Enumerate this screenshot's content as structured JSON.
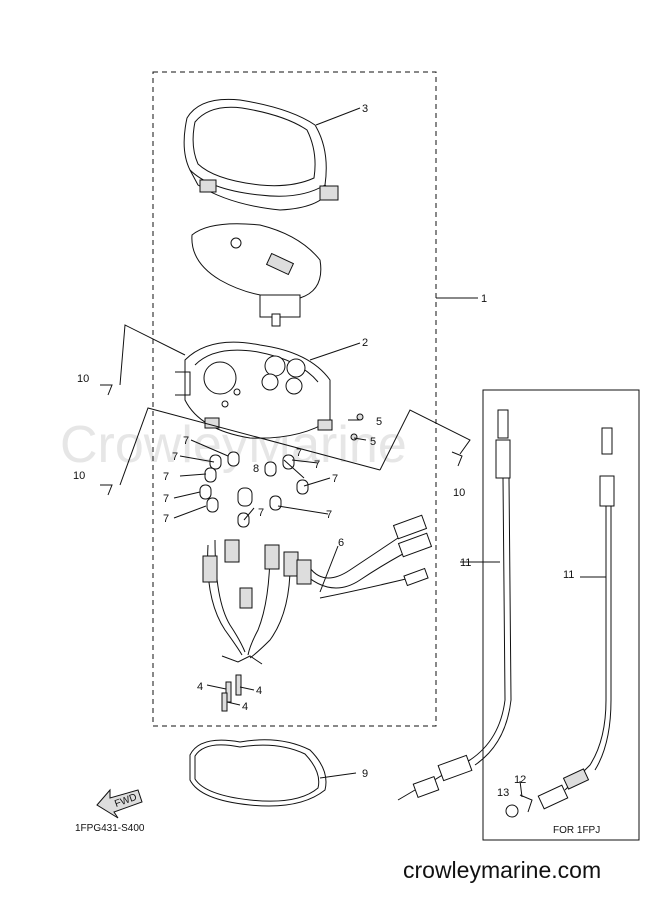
{
  "watermark": "CrowleyMarine",
  "site_label": "crowleymarine.com",
  "diagram_code": "1FPG431-S400",
  "fwd_label": "FWD",
  "variant_box_label": "FOR 1FPJ",
  "callouts": {
    "c1": "1",
    "c2": "2",
    "c3": "3",
    "c4a": "4",
    "c4b": "4",
    "c4c": "4",
    "c5a": "5",
    "c5b": "5",
    "c6": "6",
    "c7a": "7",
    "c7b": "7",
    "c7c": "7",
    "c7d": "7",
    "c7e": "7",
    "c7f": "7",
    "c7g": "7",
    "c7h": "7",
    "c7i": "7",
    "c7j": "7",
    "c8": "8",
    "c9": "9",
    "c10a": "10",
    "c10b": "10",
    "c11a": "11",
    "c11b": "11",
    "c12": "12",
    "c13": "13"
  }
}
